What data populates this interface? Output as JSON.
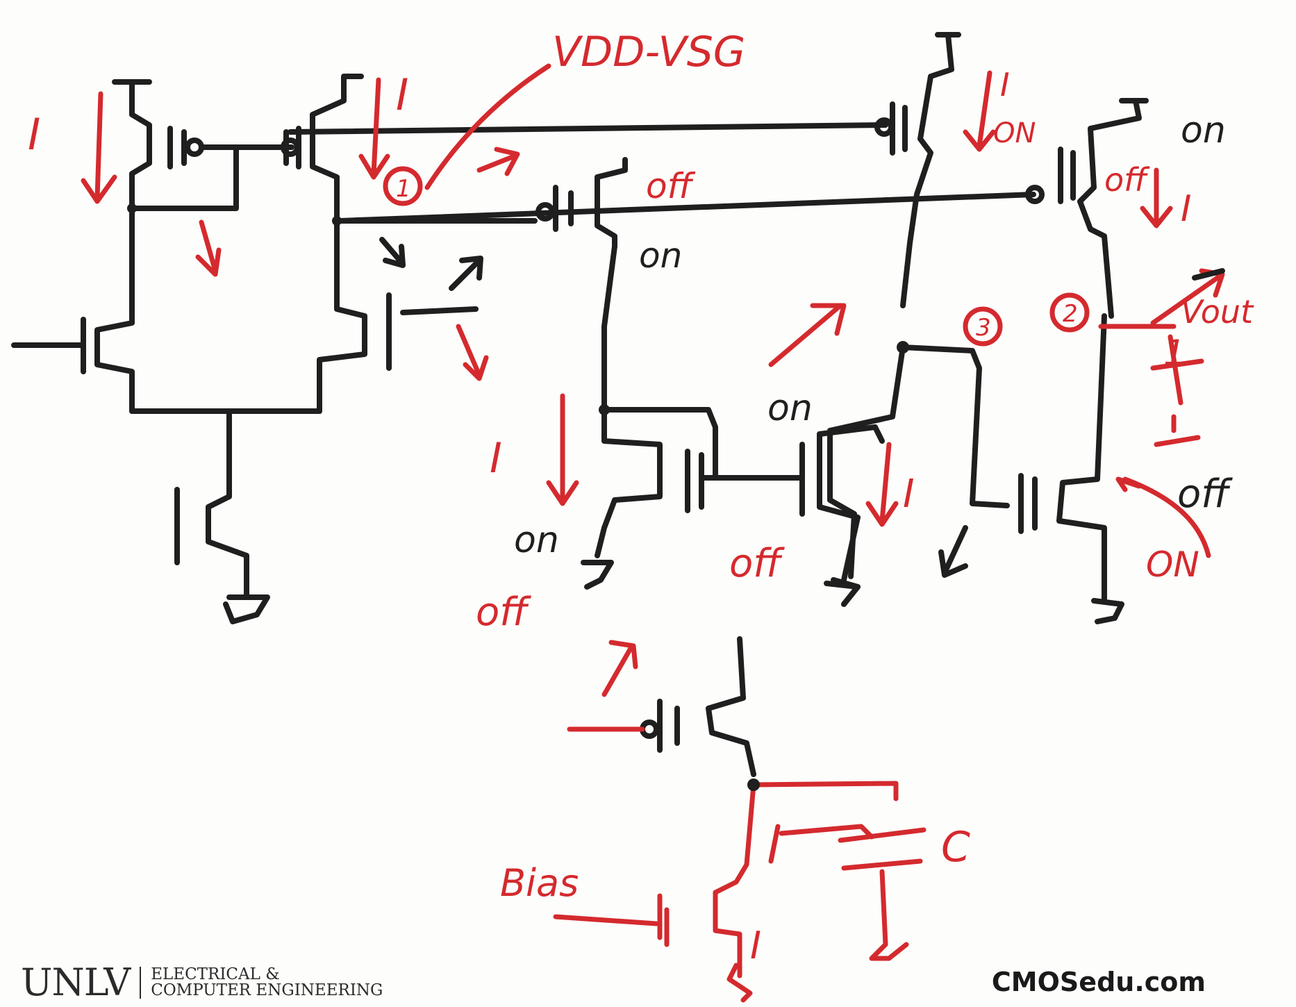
{
  "labels": {
    "i_left": "I",
    "i_top": "I",
    "vdd_vsg": "VDD-VSG",
    "node1": "1",
    "off_top": "off",
    "on_mid": "on",
    "i_on_top_i": "I",
    "i_on_top_on": "ON",
    "on_right_top": "on",
    "off_right_top": "off",
    "i_right": "I",
    "node2": "2",
    "node3": "3",
    "vout": "Vout",
    "cap_label": "1",
    "i_mid_left": "I",
    "on_mid_left": "on",
    "off_bottom_left": "off",
    "on_mid_right": "on",
    "off_bottom_mid": "off",
    "i_mid_right": "I",
    "off_right_bottom": "off",
    "on_right_bottom": "ON",
    "bias": "Bias",
    "c_label": "C",
    "i_bias": "I"
  },
  "footer": {
    "logo_text": "UNLV",
    "dept_line1": "ELECTRICAL &",
    "dept_line2": "COMPUTER ENGINEERING",
    "site": "CMOSedu.com"
  }
}
